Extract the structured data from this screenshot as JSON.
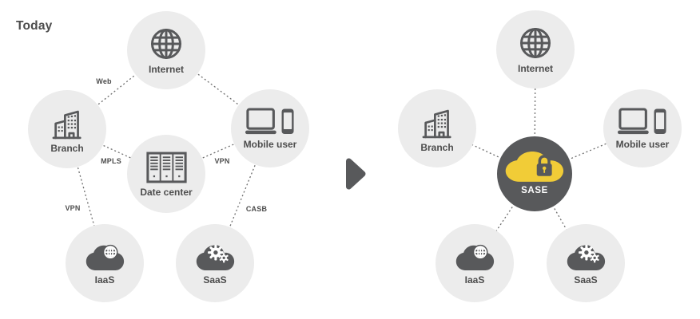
{
  "title": "Today",
  "today_diagram": {
    "nodes": {
      "internet": "Internet",
      "branch": "Branch",
      "mobile_user": "Mobile user",
      "date_center": "Date center",
      "iaas": "IaaS",
      "saas": "SaaS"
    },
    "edge_labels": {
      "web": "Web",
      "mpls": "MPLS",
      "vpn_datacenter": "VPN",
      "vpn_iaas": "VPN",
      "casb": "CASB"
    }
  },
  "sase_diagram": {
    "nodes": {
      "internet": "Internet",
      "branch": "Branch",
      "mobile_user": "Mobile user",
      "iaas": "IaaS",
      "saas": "SaaS",
      "sase": "SASE"
    }
  },
  "icons": {
    "internet": "globe-icon",
    "branch": "building-icon",
    "mobile_user": "laptop-phone-icon",
    "date_center": "server-rack-icon",
    "iaas": "cloud-globe-icon",
    "saas": "cloud-gears-icon",
    "sase": "cloud-lock-icon",
    "transition": "arrow-right-icon"
  },
  "colors": {
    "node_bg": "#ececec",
    "icon": "#58595b",
    "text": "#4d4d4d",
    "line": "#6e6e6e",
    "arrow": "#58595b",
    "sase_bg": "#58595b",
    "sase_cloud": "#f1cc37",
    "sase_text": "#ffffff",
    "canvas_bg": "#ffffff"
  }
}
